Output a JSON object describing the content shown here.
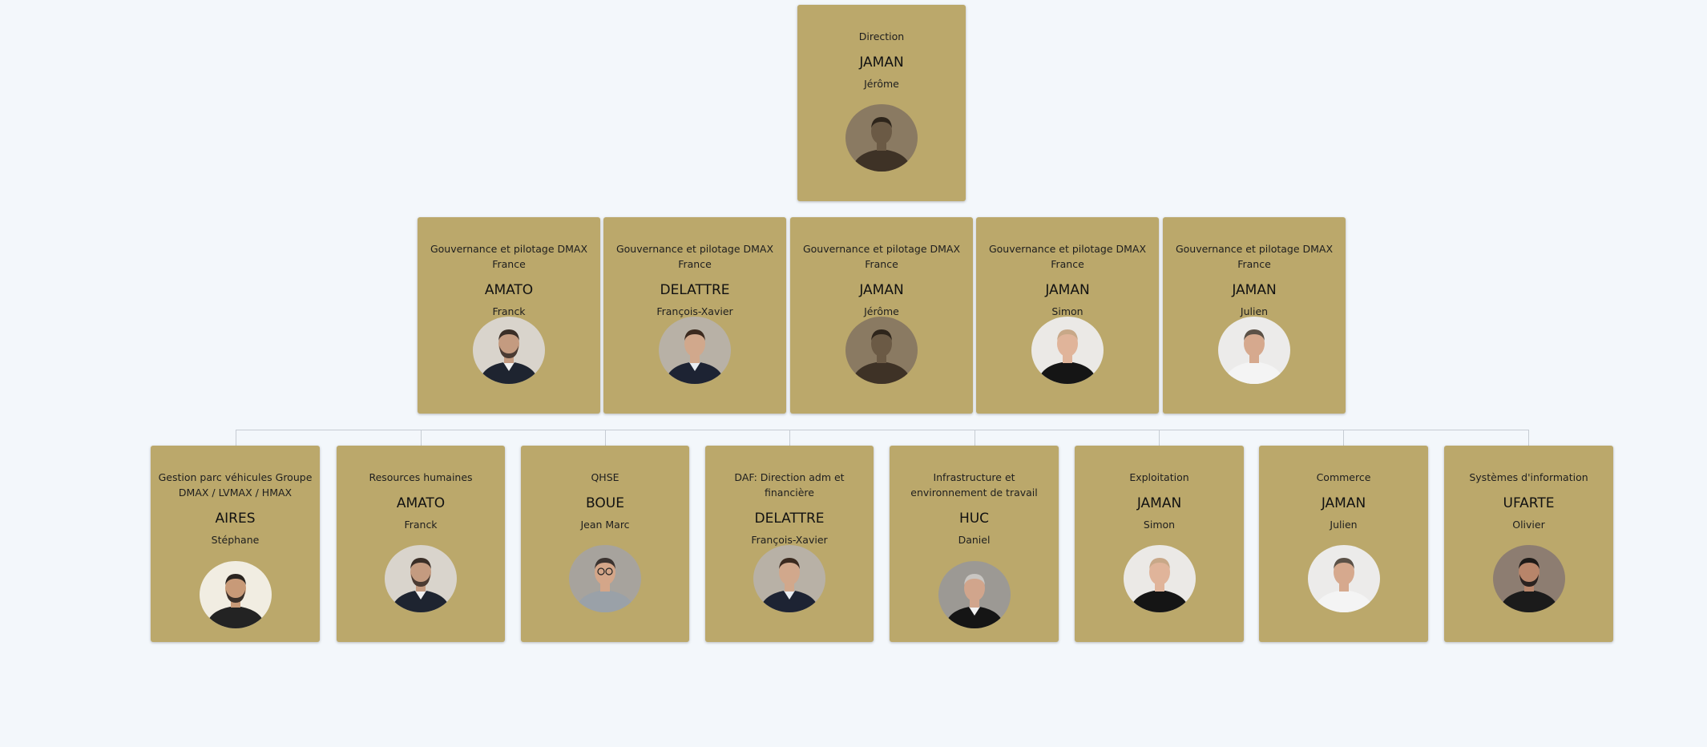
{
  "top": {
    "role": "Direction",
    "last": "JAMAN",
    "first": "Jérôme",
    "avatar": "portrait-sepia"
  },
  "governance": [
    {
      "role": "Gouvernance et pilotage DMAX France",
      "last": "AMATO",
      "first": "Franck",
      "avatar": "portrait-bearded"
    },
    {
      "role": "Gouvernance et pilotage DMAX France",
      "last": "DELATTRE",
      "first": "François-Xavier",
      "avatar": "portrait-suit"
    },
    {
      "role": "Gouvernance et pilotage DMAX France",
      "last": "JAMAN",
      "first": "Jérôme",
      "avatar": "portrait-sepia"
    },
    {
      "role": "Gouvernance et pilotage DMAX France",
      "last": "JAMAN",
      "first": "Simon",
      "avatar": "portrait-black-shirt"
    },
    {
      "role": "Gouvernance et pilotage DMAX France",
      "last": "JAMAN",
      "first": "Julien",
      "avatar": "portrait-white-shirt"
    }
  ],
  "departments": [
    {
      "role": "Gestion parc véhicules Groupe DMAX / LVMAX / HMAX",
      "last": "AIRES",
      "first": "Stéphane",
      "avatar": "portrait-dark-polo"
    },
    {
      "role": "Resources humaines",
      "last": "AMATO",
      "first": "Franck",
      "avatar": "portrait-bearded"
    },
    {
      "role": "QHSE",
      "last": "BOUE",
      "first": "Jean Marc",
      "avatar": "portrait-glasses"
    },
    {
      "role": "DAF: Direction adm et financière",
      "last": "DELATTRE",
      "first": "François-Xavier",
      "avatar": "portrait-suit"
    },
    {
      "role": "Infrastructure et environnement de travail",
      "last": "HUC",
      "first": "Daniel",
      "avatar": "portrait-grey-hair"
    },
    {
      "role": "Exploitation",
      "last": "JAMAN",
      "first": "Simon",
      "avatar": "portrait-black-shirt"
    },
    {
      "role": "Commerce",
      "last": "JAMAN",
      "first": "Julien",
      "avatar": "portrait-white-shirt"
    },
    {
      "role": "Systèmes d'information",
      "last": "UFARTE",
      "first": "Olivier",
      "avatar": "portrait-dark-tee"
    }
  ],
  "colors": {
    "card": "#bba86b",
    "background": "#f3f7fb",
    "connector": "#c6ccd3"
  }
}
